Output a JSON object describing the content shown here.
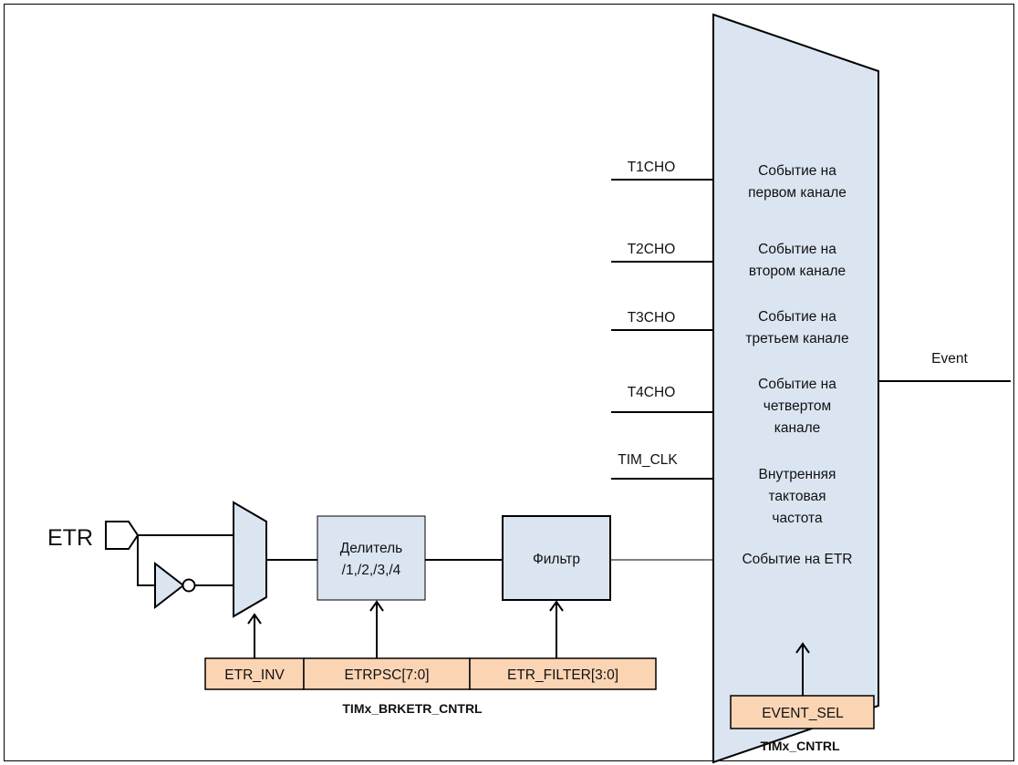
{
  "diagram": {
    "etr_label": "ETR",
    "divider": {
      "line1": "Делитель",
      "line2": "/1,/2,/3,/4"
    },
    "filter": "Фильтр",
    "inputs": [
      {
        "signal": "T1CHO",
        "line1": "Событие на",
        "line2": "первом канале",
        "line3": ""
      },
      {
        "signal": "T2CHO",
        "line1": "Событие на",
        "line2": "втором канале",
        "line3": ""
      },
      {
        "signal": "T3CHO",
        "line1": "Событие на",
        "line2": "третьем канале",
        "line3": ""
      },
      {
        "signal": "T4CHO",
        "line1": "Событие на",
        "line2": "четвертом",
        "line3": "канале"
      },
      {
        "signal": "TIM_CLK",
        "line1": "Внутренняя",
        "line2": "тактовая",
        "line3": "частота"
      }
    ],
    "etr_event": "Событие на ETR",
    "output": "Event",
    "registers": {
      "brketr_fields": [
        "ETR_INV",
        "ETRPSC[7:0]",
        "ETR_FILTER[3:0]"
      ],
      "brketr_name": "TIMx_BRKETR_CNTRL",
      "cntrl_field": "EVENT_SEL",
      "cntrl_name": "TIMx_CNTRL"
    },
    "colors": {
      "register_fill": "#fbd4b4",
      "block_fill": "#dbe5f1",
      "line": "#000000"
    }
  }
}
